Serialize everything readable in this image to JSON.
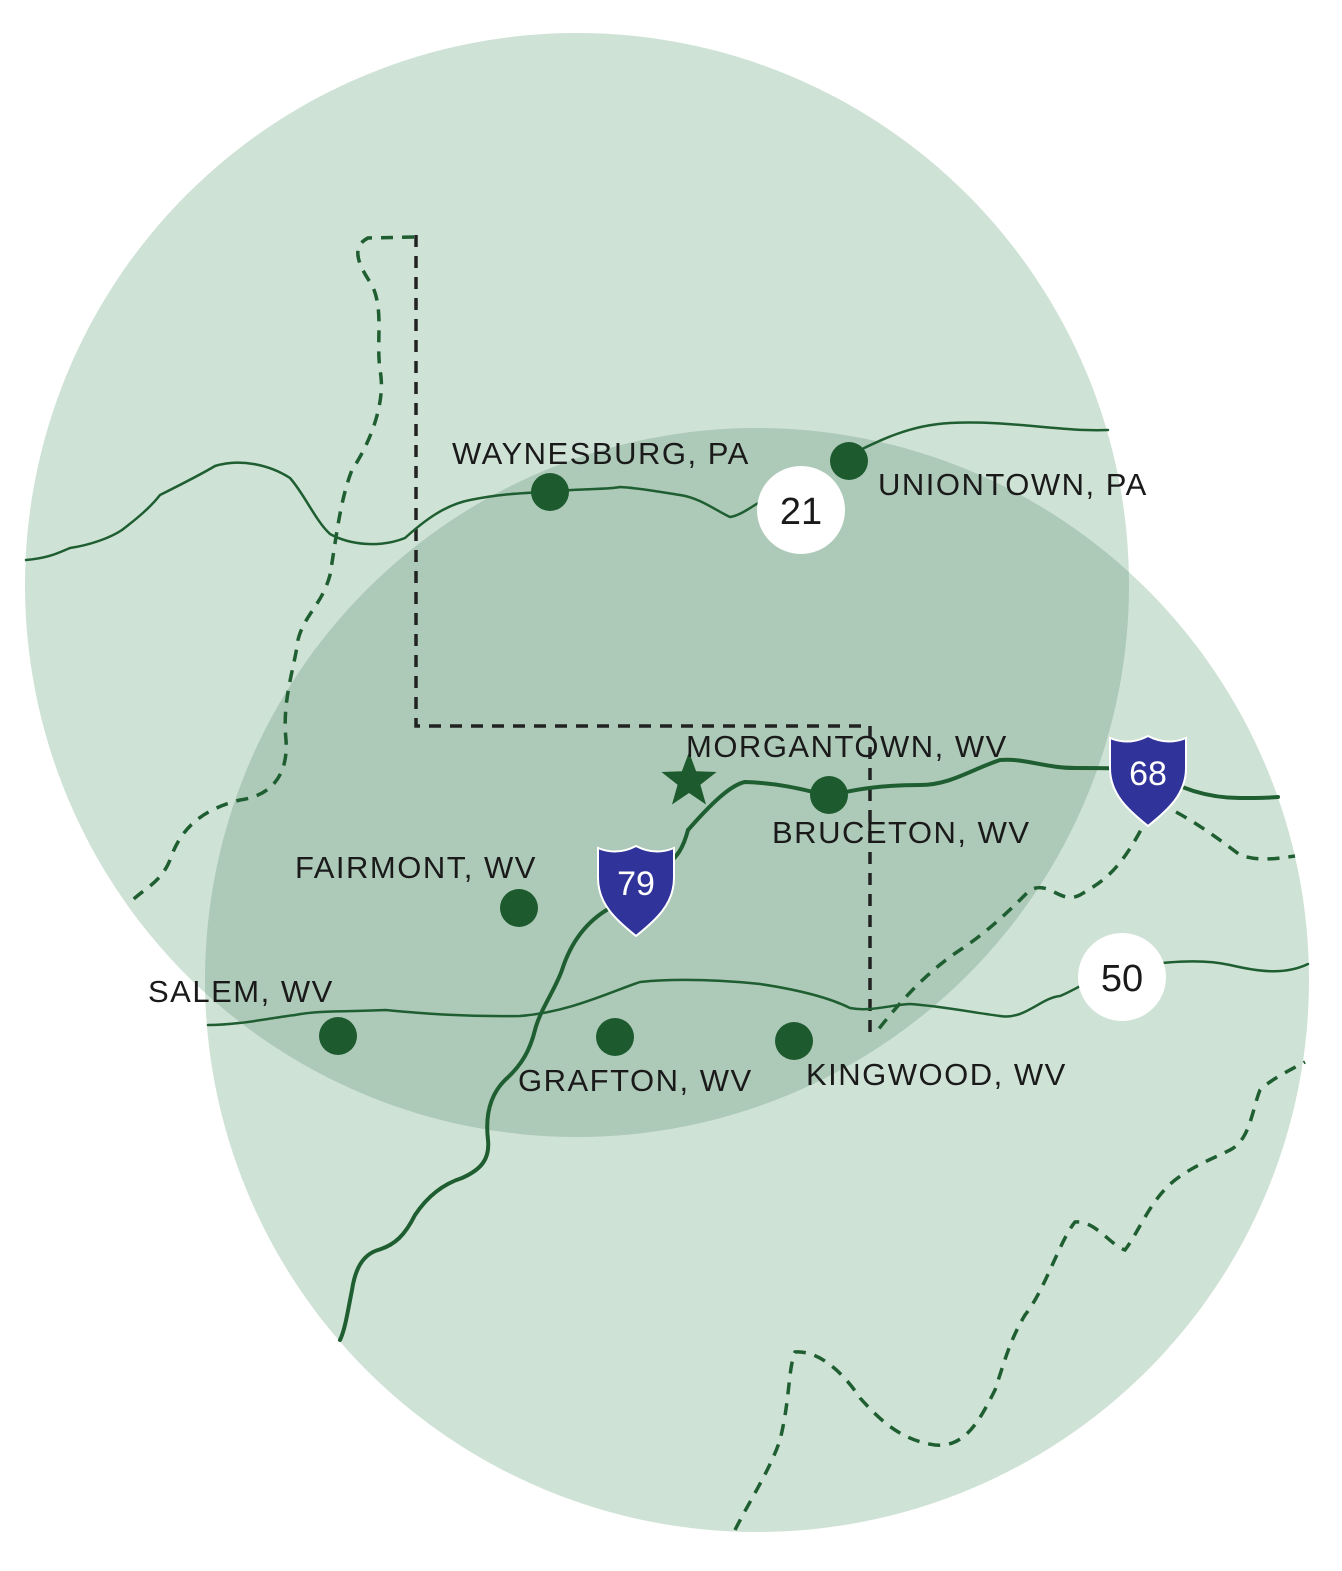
{
  "colors": {
    "background": "#ffffff",
    "outer_circle": "#cfe2d6",
    "overlap": "#adc9b8",
    "road": "#1e5e30",
    "city_dot": "#1d5a2e",
    "state_border": "#222222",
    "interstate_shield": "#30349a",
    "route_marker_fill": "#ffffff",
    "label_text": "#1a1a1a"
  },
  "icons": {
    "city": "filled-circle-icon",
    "featured_city": "star-icon",
    "interstate": "interstate-shield-icon",
    "us_route": "round-route-marker-icon"
  },
  "map": {
    "cities": [
      {
        "id": "waynesburg",
        "label": "WAYNESBURG, PA",
        "marker": "dot"
      },
      {
        "id": "uniontown",
        "label": "UNIONTOWN, PA",
        "marker": "dot"
      },
      {
        "id": "morgantown",
        "label": "MORGANTOWN, WV",
        "marker": "star"
      },
      {
        "id": "bruceton",
        "label": "BRUCETON, WV",
        "marker": "dot"
      },
      {
        "id": "fairmont",
        "label": "FAIRMONT, WV",
        "marker": "dot"
      },
      {
        "id": "salem",
        "label": "SALEM, WV",
        "marker": "dot"
      },
      {
        "id": "grafton",
        "label": "GRAFTON, WV",
        "marker": "dot"
      },
      {
        "id": "kingwood",
        "label": "KINGWOOD, WV",
        "marker": "dot"
      }
    ],
    "interstates": [
      {
        "id": "i79",
        "number": "79"
      },
      {
        "id": "i68",
        "number": "68"
      }
    ],
    "routes": [
      {
        "id": "us21",
        "number": "21"
      },
      {
        "id": "us50",
        "number": "50"
      }
    ]
  }
}
